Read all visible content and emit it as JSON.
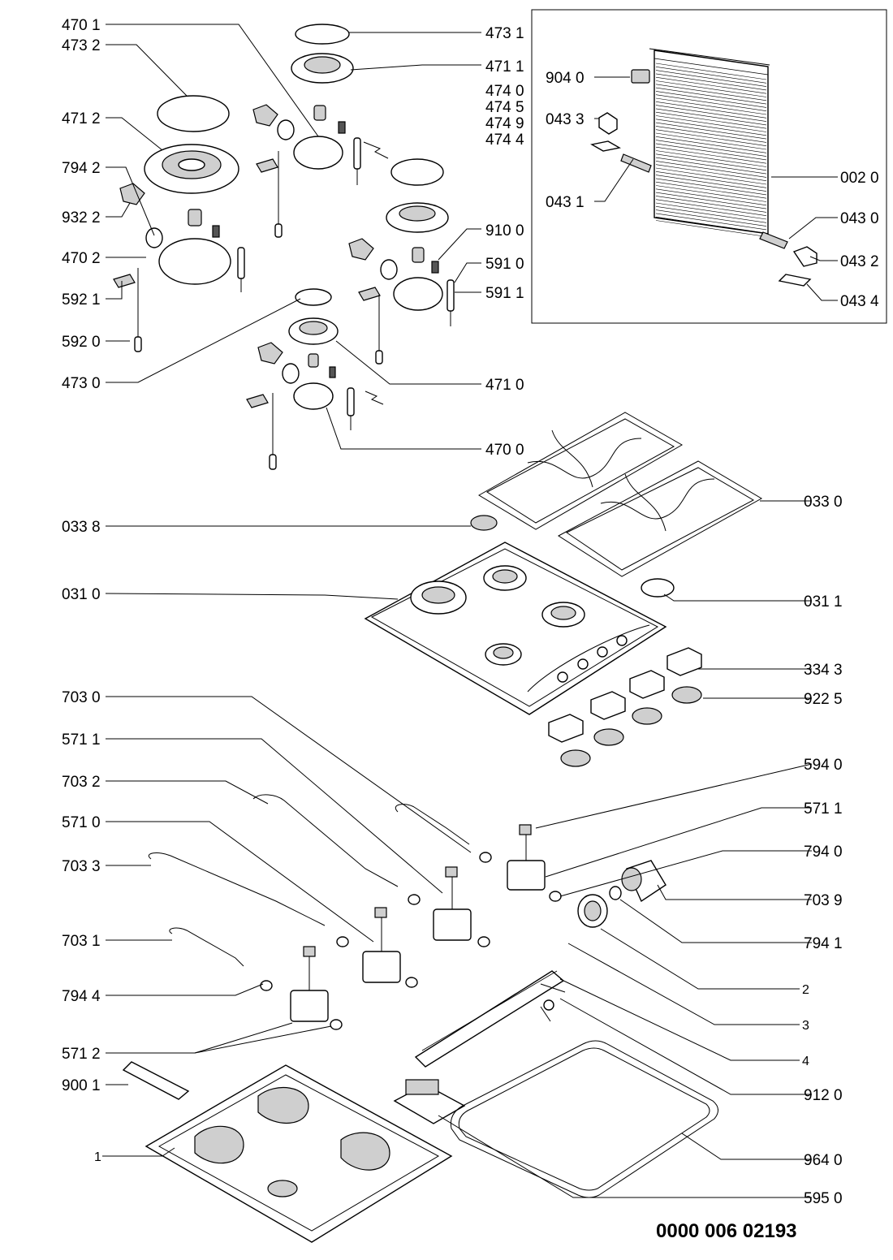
{
  "diagram": {
    "drawing_number": "0000 006 02193",
    "callouts": [
      "470 1",
      "473 1",
      "473 2",
      "471 1",
      "474 0",
      "474 5",
      "474 9",
      "474 4",
      "471 2",
      "794 2",
      "932 2",
      "910 0",
      "470 2",
      "591 0",
      "591 1",
      "592 1",
      "592 0",
      "473 0",
      "471 0",
      "470 0",
      "904 0",
      "043 3",
      "002 0",
      "043 1",
      "043 0",
      "043 2",
      "043 4",
      "033 0",
      "033 8",
      "031 0",
      "031 1",
      "334 3",
      "922 5",
      "703 0",
      "571 1",
      "703 2",
      "594 0",
      "571 0",
      "794 0",
      "703 3",
      "703 9",
      "794 1",
      "703 1",
      "2",
      "794 4",
      "3",
      "571 2",
      "4",
      "900 1",
      "912 0",
      "964 0",
      "1",
      "595 0"
    ]
  }
}
